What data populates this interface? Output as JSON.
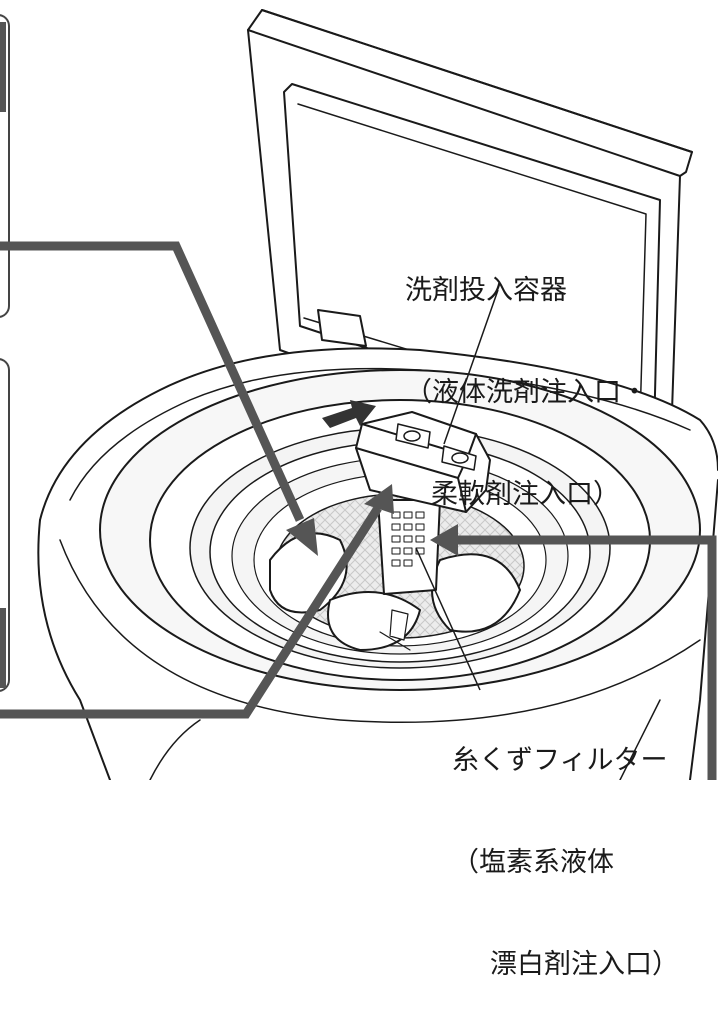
{
  "callouts": {
    "detergent": {
      "line1": "洗剤投入容器",
      "line2": "（液体洗剤注入口・",
      "line3": "柔軟剤注入口）"
    },
    "lint_filter": {
      "line1": "糸くずフィルター",
      "line2": "（塩素系液体",
      "line3": "漂白剤注入口）"
    }
  },
  "colors": {
    "line": "#1a1a1a",
    "arrow": "#555555",
    "filter_gray": "#e6e6e6",
    "tub_gray": "#f2f2f2"
  }
}
